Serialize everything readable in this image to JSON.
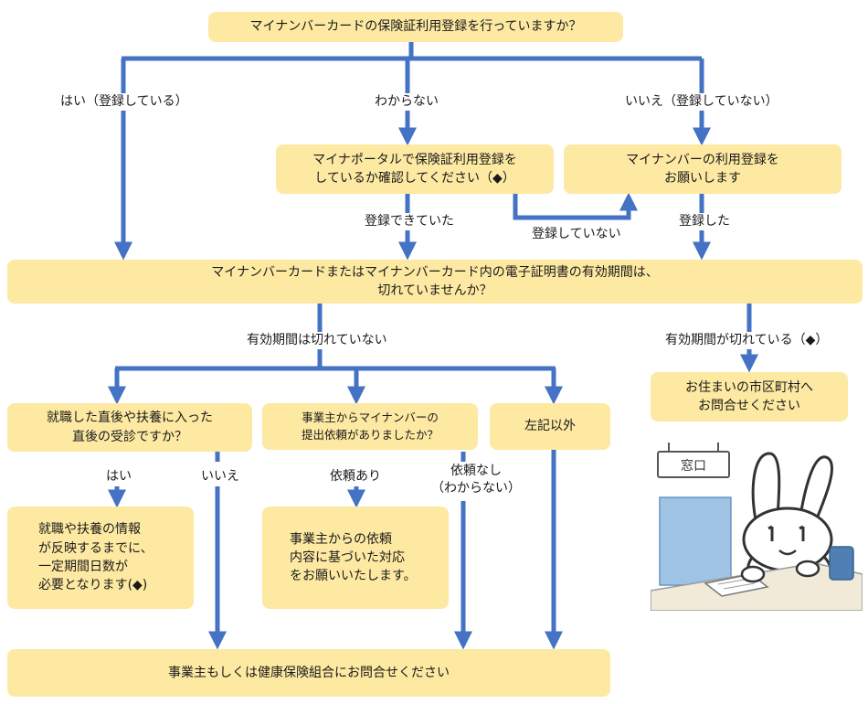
{
  "diagram": {
    "colors": {
      "box": "#fde9a2",
      "line": "#4472c4",
      "text": "#1a1a1a"
    },
    "boxes": {
      "q1": "マイナンバーカードの保険証利用登録を行っていますか？",
      "portal": "マイナポータルで保険証利用登録を\nしているか確認してください（◆）",
      "register": "マイナンバーの利用登録を\nお願いします",
      "q2": "マイナンバーカードまたはマイナンバーカード内の電子証明書の有効期間は、\n切れていませんか？",
      "municipality": "お住まいの市区町村へ\nお問合せください",
      "q3": "就職した直後や扶養に入った\n直後の受診ですか？",
      "q4": "事業主からマイナンバーの\n提出依頼がありましたか？",
      "other": "左記以外",
      "reflect": "就職や扶養の情報\nが反映するまでに、\n一定期間日数が\n必要となります(◆)",
      "employer_request": "事業主からの依頼\n内容に基づいた対応\nをお願いいたします。",
      "contact": "事業主もしくは健康保険組合にお問合せください"
    },
    "labels": {
      "yes_registered": "はい（登録している）",
      "unknown": "わからない",
      "no_registered": "いいえ（登録していない）",
      "could_register": "登録できていた",
      "not_registered": "登録していない",
      "registered": "登録した",
      "not_expired": "有効期間は切れていない",
      "expired": "有効期間が切れている（◆）",
      "yes": "はい",
      "no": "いいえ",
      "requested": "依頼あり",
      "not_requested": "依頼なし\n（わからない）"
    },
    "illustration": {
      "sign": "窓口",
      "icon": "rabbit-mascot-at-counter"
    }
  }
}
